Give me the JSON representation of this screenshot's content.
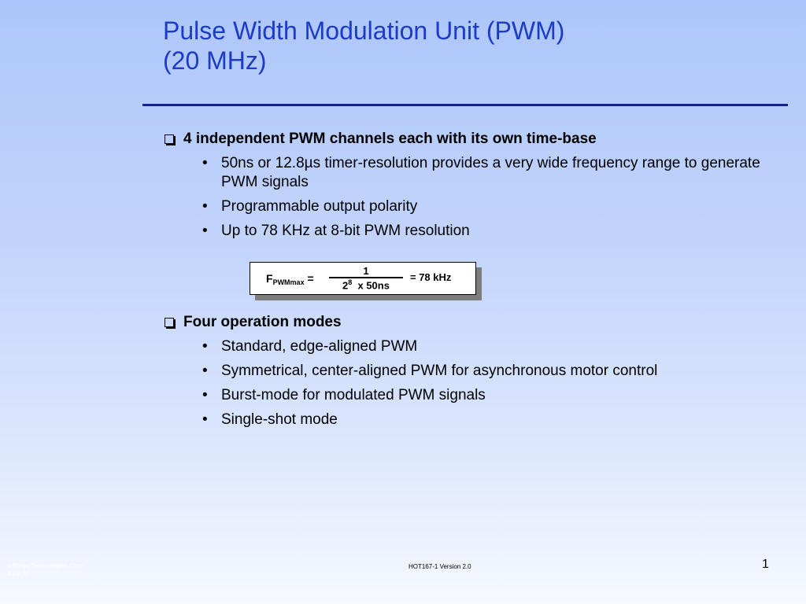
{
  "title": {
    "line1": "Pulse Width Modulation Unit (PWM)",
    "line2": "(20 MHz)"
  },
  "section1": {
    "heading": "4 independent PWM channels each with its own time-base",
    "bullets": [
      "50ns or 12.8µs timer-resolution provides a very wide frequency range to generate PWM signals",
      "Programmable output polarity",
      "Up to 78 KHz at 8-bit PWM resolution"
    ]
  },
  "formula": {
    "lhs_main": "F",
    "lhs_sub": "PWMmax",
    "lhs_eq": " =",
    "numerator": "1",
    "den_base": "2",
    "den_exp": "8",
    "den_rest": "  x 50ns",
    "rhs": "= 78 kHz"
  },
  "section2": {
    "heading": "Four operation modes",
    "bullets": [
      "Standard, edge-aligned PWM",
      "Symmetrical, center-aligned PWM for asynchronous motor control",
      "Burst-mode for modulated PWM signals",
      "Single-shot mode"
    ]
  },
  "footer": {
    "company": "Infineon Technologies Corp.",
    "date": "June 99",
    "course": "HOT167-1  Version 2.0",
    "page": "1"
  },
  "colors": {
    "title": "#1c3cc8",
    "rule": "#17238c",
    "shadow": "#7d7d7d"
  }
}
